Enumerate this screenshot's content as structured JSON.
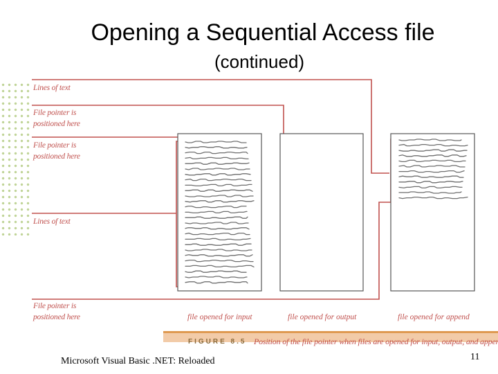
{
  "slide": {
    "title": "Opening a Sequential Access file",
    "subtitle": "(continued)"
  },
  "figure": {
    "labels": {
      "lines_of_text_top": "Lines of text",
      "pointer_top_line1": "File pointer is",
      "pointer_top_line2": "positioned here",
      "pointer_mid_line1": "File pointer is",
      "pointer_mid_line2": "positioned here",
      "lines_of_text_mid": "Lines of text",
      "pointer_bottom_line1": "File pointer is",
      "pointer_bottom_line2": "positioned here"
    },
    "captions": {
      "input": "file opened for input",
      "output": "file opened for output",
      "append": "file opened for append"
    },
    "figure_number": "FIGURE 8.5",
    "figure_description": "Position of the file pointer when files are opened for input, output, and append",
    "colors": {
      "accent": "#c0504d",
      "band": "#e8a060",
      "dots": "#b9cf8c"
    }
  },
  "footer": {
    "text": "Microsoft Visual Basic .NET: Reloaded",
    "page_number": "11"
  }
}
